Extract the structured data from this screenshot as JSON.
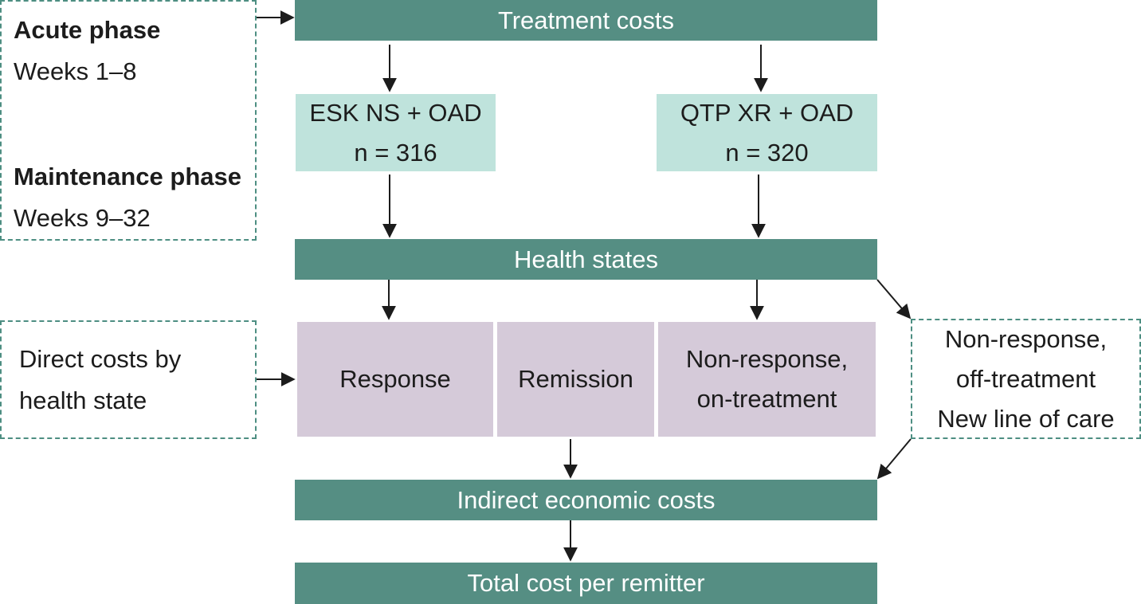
{
  "phases": {
    "acute_label": "Acute phase",
    "acute_weeks": "Weeks 1–8",
    "maintenance_label": "Maintenance phase",
    "maintenance_weeks": "Weeks 9–32"
  },
  "treatment_costs": "Treatment costs",
  "arms": [
    {
      "name": "ESK NS + OAD",
      "n": "n = 316"
    },
    {
      "name": "QTP XR + OAD",
      "n": "n = 320"
    }
  ],
  "health_states": "Health states",
  "states": {
    "response": "Response",
    "remission": "Remission",
    "nonresponse_on_1": "Non-response,",
    "nonresponse_on_2": "on-treatment"
  },
  "direct_costs": {
    "line1": "Direct costs by",
    "line2": "health state"
  },
  "off_treatment": {
    "line1": "Non-response,",
    "line2": "off-treatment",
    "line3": "New line of care"
  },
  "indirect_costs": "Indirect economic costs",
  "total_cost": "Total cost per remitter",
  "colors": {
    "bar": "#558e83",
    "arm": "#bfe3dc",
    "state": "#d5cad9",
    "dashed_border": "#4d8e82"
  }
}
